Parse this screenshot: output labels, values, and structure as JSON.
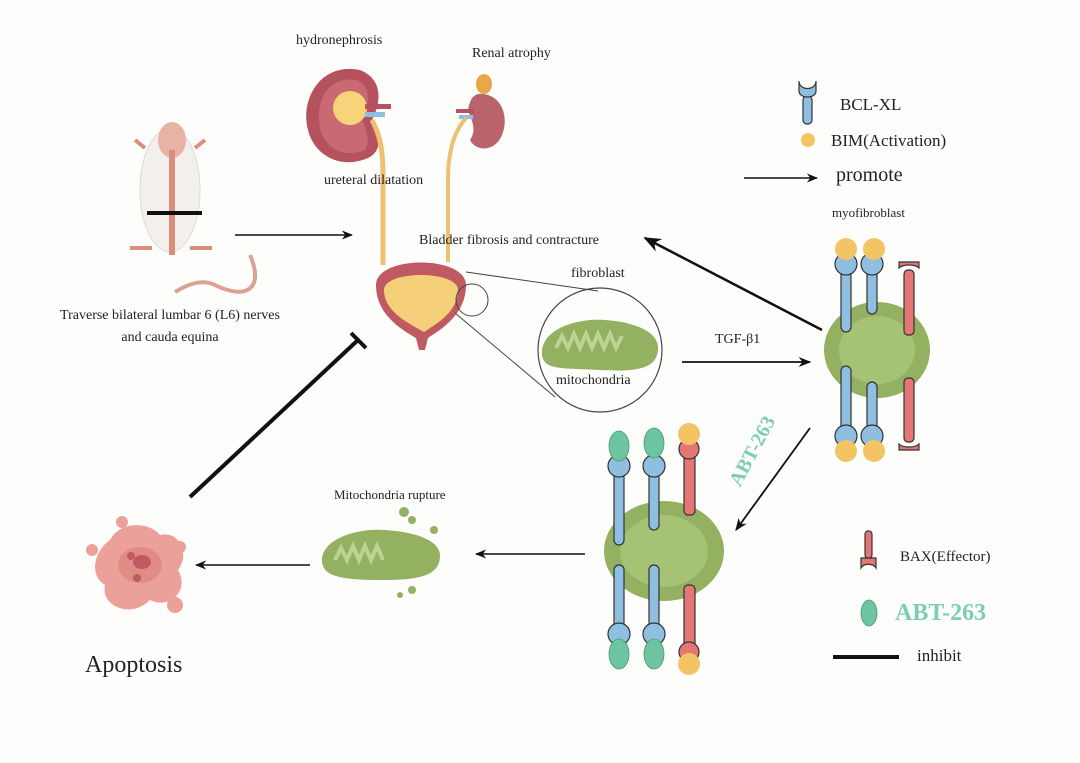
{
  "labels": {
    "hydronephrosis": "hydronephrosis",
    "renal_atrophy": "Renal atrophy",
    "ureteral_dilatation": "ureteral  dilatation",
    "rat_caption_line1": "Traverse bilateral lumbar 6 (L6) nerves",
    "rat_caption_line2": "and cauda equina",
    "bladder_fibrosis": "Bladder fibrosis and contracture",
    "fibroblast": "fibroblast",
    "mitochondria": "mitochondria",
    "tgf": "TGF-β1",
    "myofibroblast": "myofibroblast",
    "abt_arrow": "ABT-263",
    "mito_rupture": "Mitochondria rupture",
    "apoptosis": "Apoptosis"
  },
  "legend": {
    "items": [
      {
        "icon": "bcl-xl-icon",
        "label": "BCL-XL"
      },
      {
        "icon": "bim-icon",
        "label": "BIM(Activation)"
      },
      {
        "icon": "promote-arrow-icon",
        "label": "promote"
      },
      {
        "icon": "bax-icon",
        "label": "BAX(Effector)"
      },
      {
        "icon": "abt-263-icon",
        "label": "ABT-263"
      },
      {
        "icon": "inhibit-line-icon",
        "label": "inhibit"
      }
    ]
  },
  "colors": {
    "bcl_xl": "#8fbfe0",
    "bim": "#f3c463",
    "bax": "#e57676",
    "abt_263": "#6dc4a0",
    "abt_text": "#7ccdb7",
    "mitochondria": "#93b160",
    "kidney": "#b5525e",
    "urine": "#f6cf7a",
    "apoptotic_cell": "#eba19a"
  }
}
